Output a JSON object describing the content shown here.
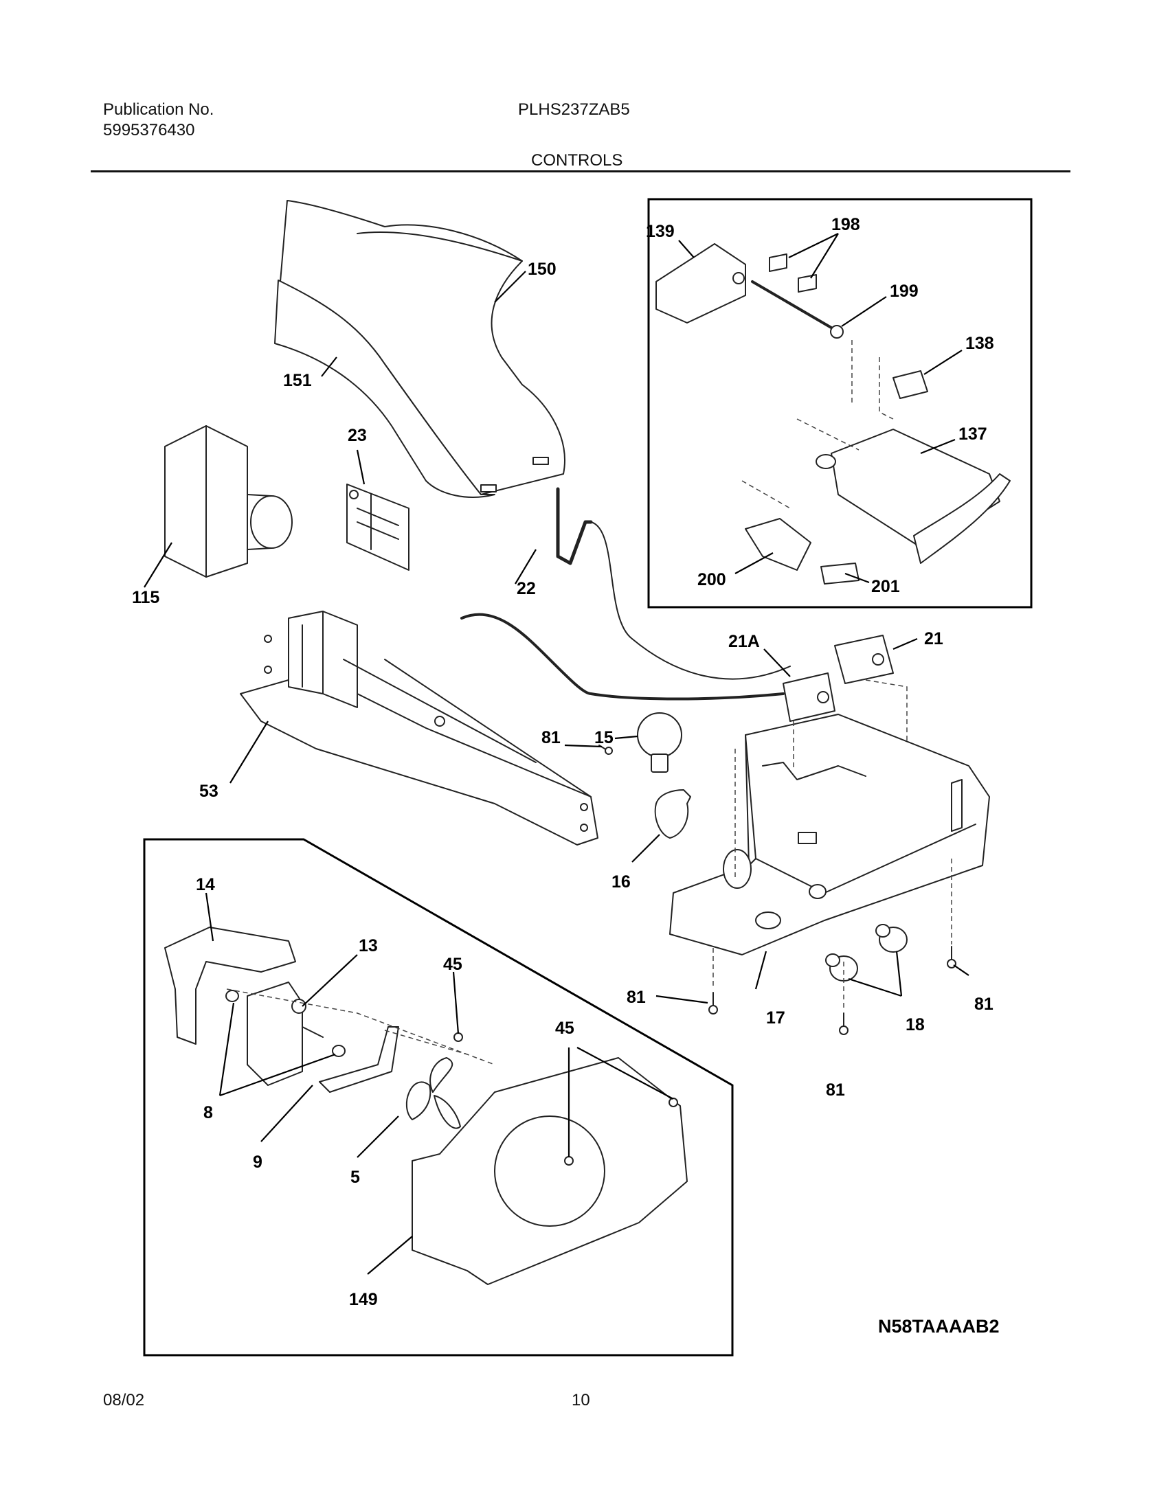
{
  "header": {
    "publication_label": "Publication No.",
    "publication_number": "5995376430",
    "model": "PLHS237ZAB5",
    "section_title": "CONTROLS"
  },
  "diagram": {
    "code": "N58TAAAAB2",
    "part_labels": {
      "p139": "139",
      "p198": "198",
      "p199": "199",
      "p138": "138",
      "p137": "137",
      "p200": "200",
      "p201": "201",
      "p150": "150",
      "p151": "151",
      "p23": "23",
      "p115": "115",
      "p22": "22",
      "p21a": "21A",
      "p21": "21",
      "p15": "15",
      "p81a": "81",
      "p53": "53",
      "p16": "16",
      "p14": "14",
      "p13": "13",
      "p45a": "45",
      "p45b": "45",
      "p81b": "81",
      "p17": "17",
      "p18": "18",
      "p81c": "81",
      "p81d": "81",
      "p8": "8",
      "p9": "9",
      "p5": "5",
      "p149": "149"
    }
  },
  "footer": {
    "date": "08/02",
    "page": "10"
  }
}
